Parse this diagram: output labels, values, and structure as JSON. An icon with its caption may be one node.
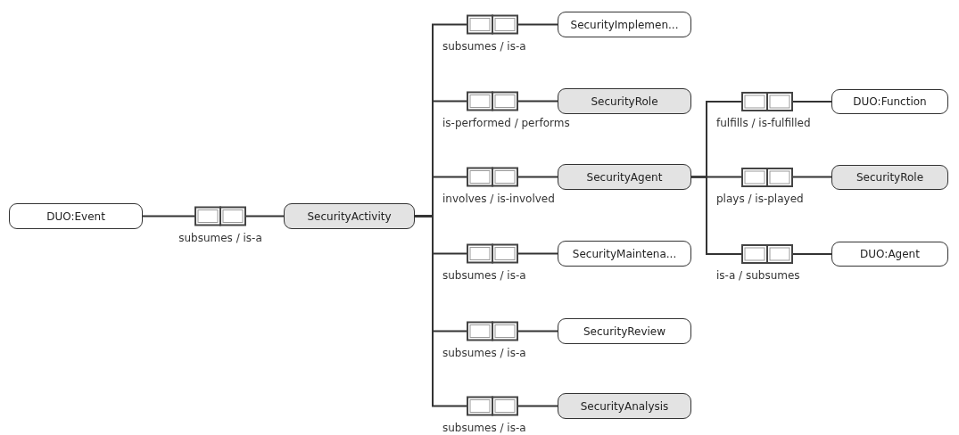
{
  "diagram": {
    "nodes": [
      {
        "text": [
          "DUO:Event"
        ]
      },
      {
        "text": [
          "SecurityActivity"
        ]
      },
      {
        "text": [
          "SecurityImplemen..."
        ]
      },
      {
        "text": [
          "SecurityRole"
        ]
      },
      {
        "text": [
          "SecurityAgent"
        ]
      },
      {
        "text": [
          "SecurityMaintena..."
        ]
      },
      {
        "text": [
          "SecurityReview"
        ]
      },
      {
        "text": [
          "SecurityAnalysis"
        ]
      },
      {
        "text": [
          "DUO:Function"
        ]
      },
      {
        "text": [
          "SecurityRole"
        ]
      },
      {
        "text": [
          "DUO:Agent"
        ]
      }
    ],
    "edges": [
      {
        "from": 0,
        "to": 1,
        "arrow": "none",
        "label": "subsumes / is-a"
      },
      {
        "from": 1,
        "to": 2,
        "arrow": "none",
        "label": "subsumes / is-a"
      },
      {
        "from": 1,
        "to": 3,
        "arrow": "none",
        "label": "is-performed / performs"
      },
      {
        "from": 1,
        "to": 4,
        "arrow": "none",
        "label": "involves / is-involved"
      },
      {
        "from": 1,
        "to": 5,
        "arrow": "none",
        "label": "subsumes / is-a"
      },
      {
        "from": 1,
        "to": 6,
        "arrow": "none",
        "label": "subsumes / is-a"
      },
      {
        "from": 1,
        "to": 7,
        "arrow": "none",
        "label": "subsumes / is-a"
      },
      {
        "from": 4,
        "to": 8,
        "arrow": "none",
        "label": "fulfills / is-fulfilled"
      },
      {
        "from": 4,
        "to": 9,
        "arrow": "none",
        "label": "plays / is-played"
      },
      {
        "from": 4,
        "to": 10,
        "arrow": "none",
        "label": "is-a / subsumes"
      }
    ]
  }
}
